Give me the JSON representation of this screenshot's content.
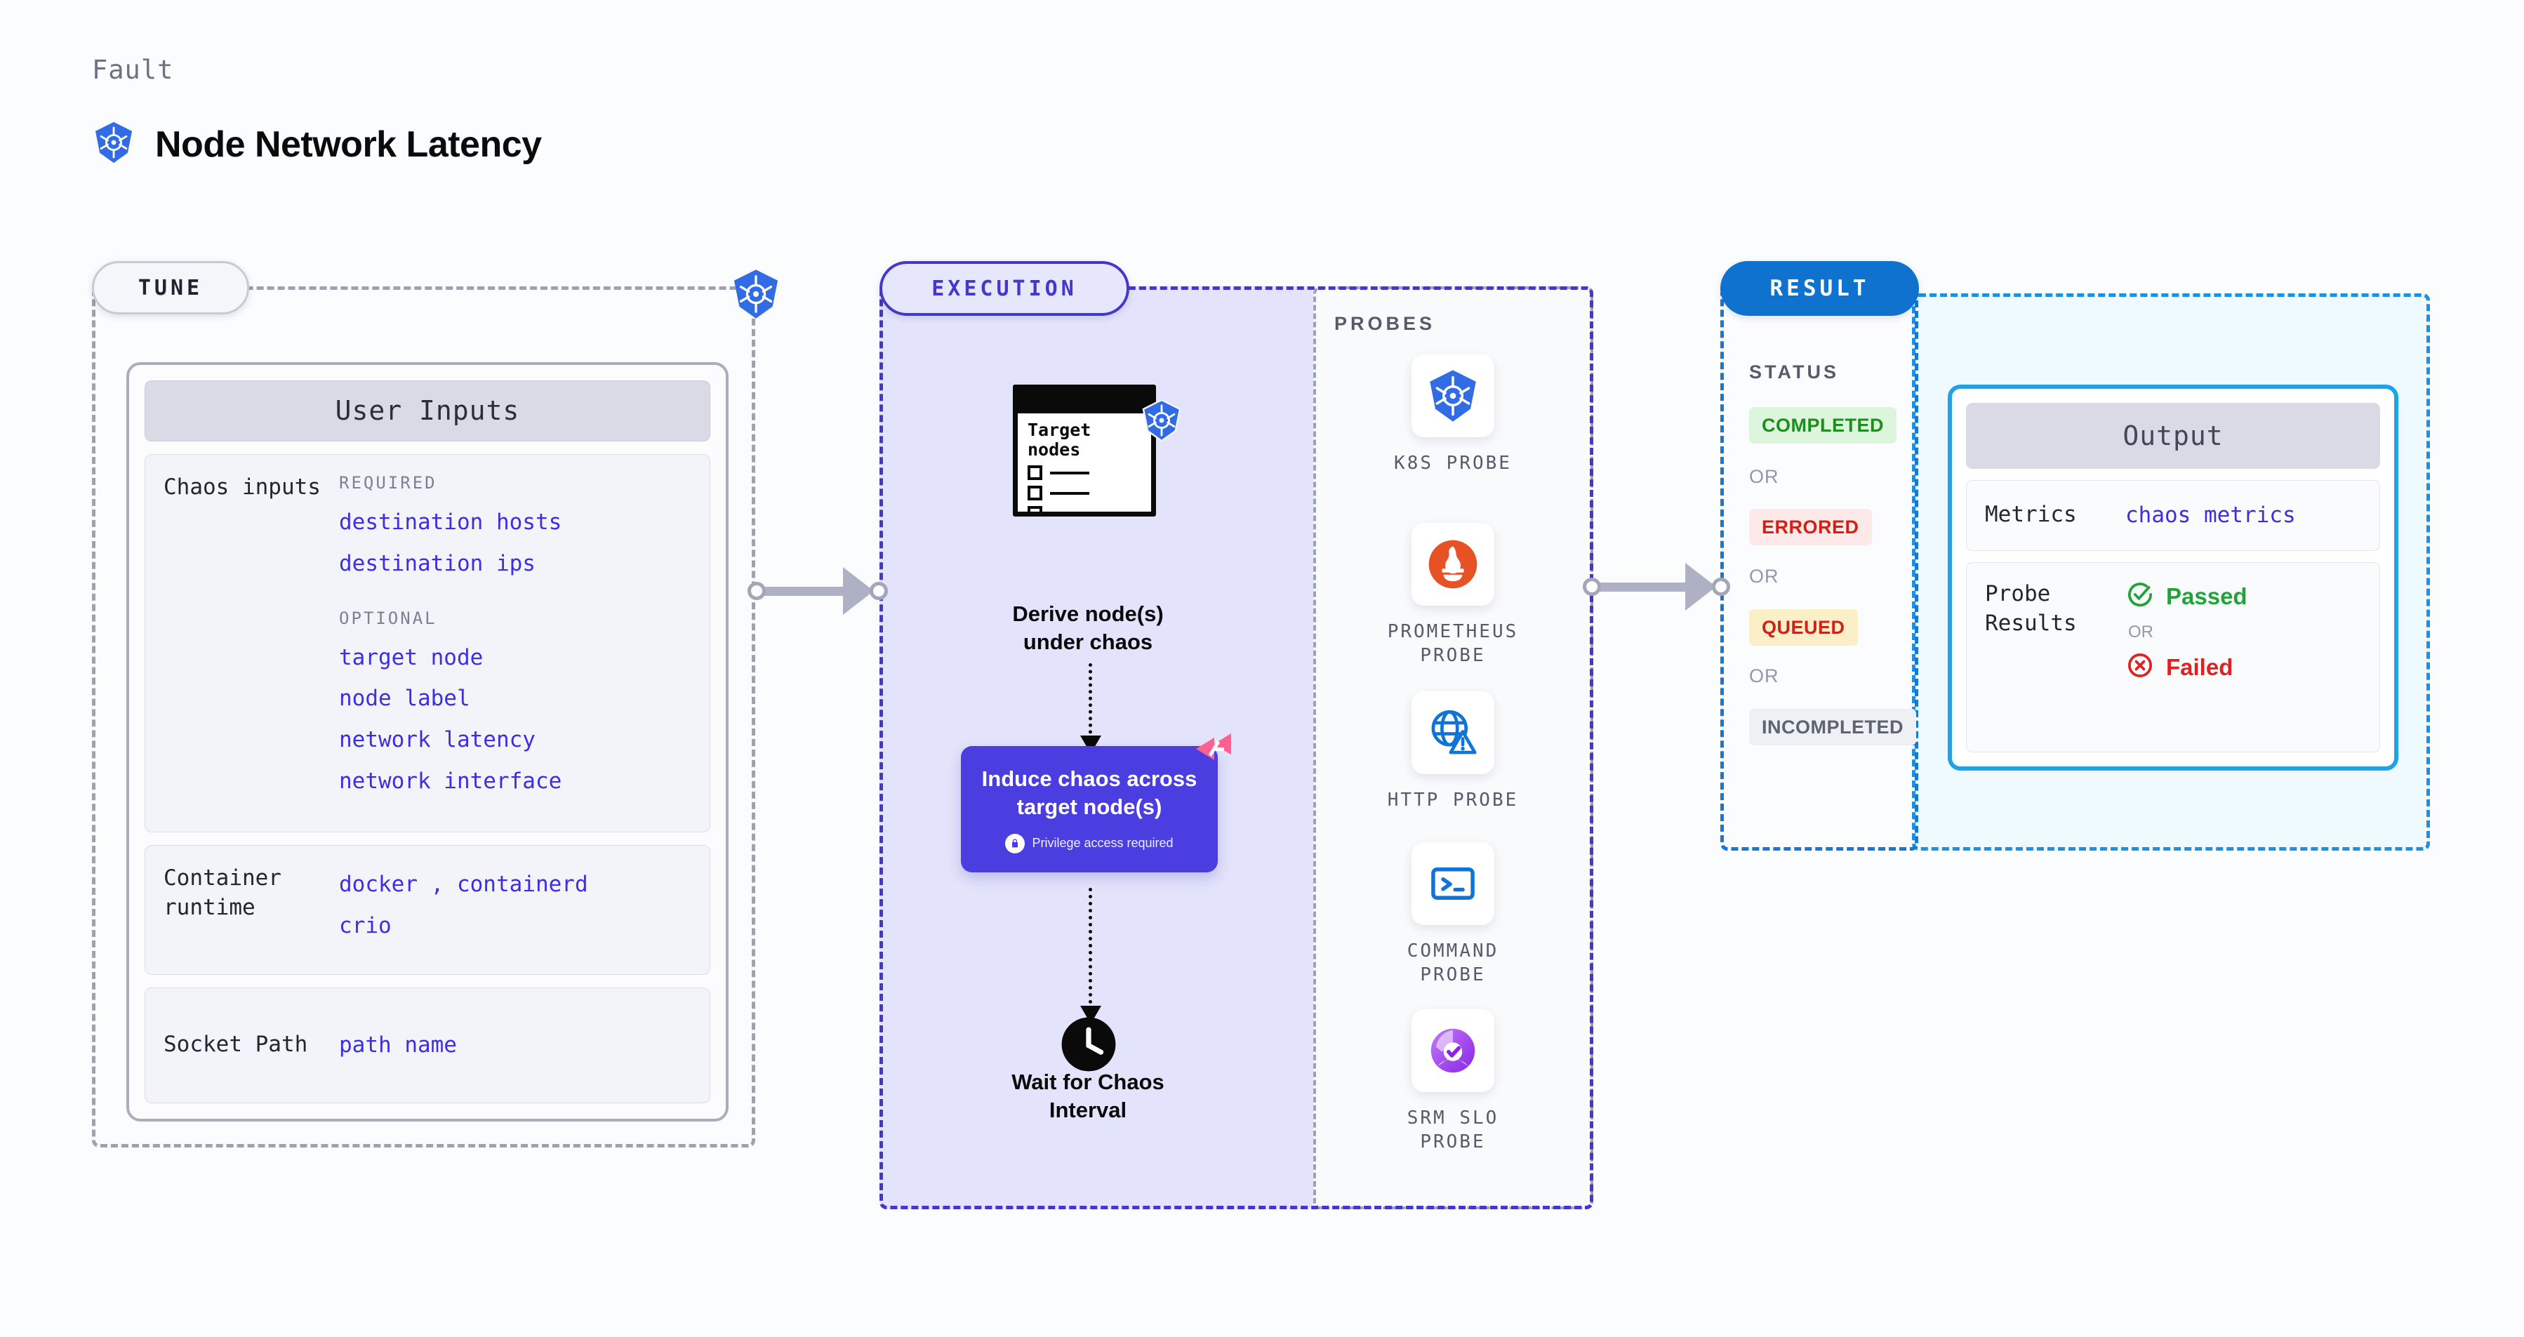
{
  "header": {
    "eyebrow": "Fault",
    "title": "Node Network Latency",
    "icon": "kubernetes-icon"
  },
  "stages": {
    "tune": {
      "pill": "TUNE"
    },
    "execution": {
      "pill": "EXECUTION"
    },
    "result": {
      "pill": "RESULT"
    }
  },
  "tune": {
    "card_title": "User Inputs",
    "sections": [
      {
        "label": "Chaos inputs",
        "required_label": "REQUIRED",
        "required": [
          "destination hosts",
          "destination ips"
        ],
        "optional_label": "OPTIONAL",
        "optional": [
          "target node",
          "node label",
          "network latency",
          "network interface"
        ]
      },
      {
        "label": "Container\nruntime",
        "values_line1": "docker , containerd",
        "values_line2": "crio"
      },
      {
        "label": "Socket Path",
        "value": "path name"
      }
    ]
  },
  "execution": {
    "target_card": {
      "title": "Target\nnodes",
      "icon": "kubernetes-icon",
      "checkbox_rows": 3
    },
    "nodes": [
      {
        "caption": "Derive node(s)\nunder chaos"
      },
      {
        "caption": "Induce chaos across\ntarget node(s)",
        "note": "Privilege access required",
        "note_icon": "lock-icon",
        "corner_icon": "harness-chaos-icon",
        "color": "#4a3ee0"
      },
      {
        "caption": "Wait for Chaos\nInterval",
        "icon": "clock-icon"
      }
    ]
  },
  "probes": {
    "title": "PROBES",
    "items": [
      {
        "label": "K8S PROBE",
        "icon": "kubernetes-icon"
      },
      {
        "label": "PROMETHEUS\nPROBE",
        "icon": "prometheus-icon"
      },
      {
        "label": "HTTP PROBE",
        "icon": "globe-alert-icon"
      },
      {
        "label": "COMMAND\nPROBE",
        "icon": "terminal-icon"
      },
      {
        "label": "SRM SLO\nPROBE",
        "icon": "srm-slo-icon"
      }
    ]
  },
  "result": {
    "status_title": "STATUS",
    "or_label": "OR",
    "statuses": [
      {
        "label": "COMPLETED",
        "bg": "#ddf5dd",
        "fg": "#1a8f1a"
      },
      {
        "label": "ERRORED",
        "bg": "#fde9e7",
        "fg": "#cf2118"
      },
      {
        "label": "QUEUED",
        "bg": "#fbefc8",
        "fg": "#cf2118"
      },
      {
        "label": "INCOMPLETED",
        "bg": "#eff0f4",
        "fg": "#5d6372"
      }
    ]
  },
  "output": {
    "card_title": "Output",
    "metrics_label": "Metrics",
    "metrics_value": "chaos metrics",
    "probe_results_label": "Probe\nResults",
    "passed_label": "Passed",
    "failed_label": "Failed",
    "or_label": "OR",
    "passed_icon": "check-circle-icon",
    "failed_icon": "x-circle-icon"
  },
  "colors": {
    "accent_purple": "#4338ca",
    "chaos_purple": "#4a3ee0",
    "result_blue": "#0f72ce",
    "output_blue": "#1fa3e8",
    "k8s_blue": "#326ce5",
    "value_indigo": "#3b2fe0",
    "harness_pink": "#ff6090"
  }
}
